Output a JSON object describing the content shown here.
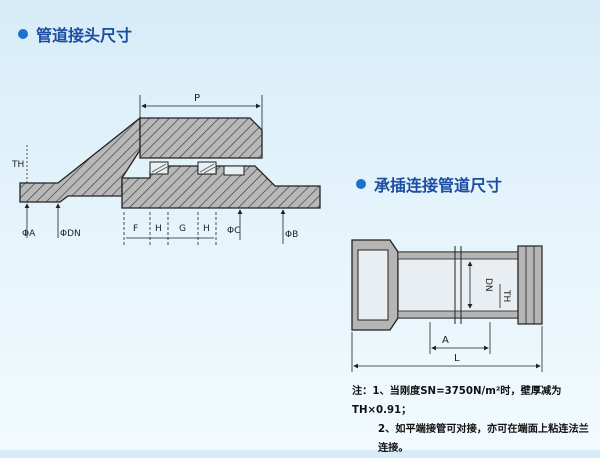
{
  "section1": {
    "title": "管道接头尺寸"
  },
  "section2": {
    "title": "承插连接管道尺寸"
  },
  "diagram1": {
    "labels": {
      "P": "P",
      "TH": "TH",
      "A": "ΦA",
      "DN": "ΦDN",
      "F": "F",
      "H1": "H",
      "G": "G",
      "H2": "H",
      "C": "ΦC",
      "B": "ΦB"
    }
  },
  "diagram2": {
    "labels": {
      "DN": "DN",
      "TH": "TH",
      "A": "A",
      "L": "L"
    }
  },
  "notes": {
    "line1": "注：1、当刚度SN=3750N/m²时，壁厚减为TH×0.91；",
    "line2": "2、如平端接管可对接，亦可在端面上粘连法兰连接。"
  },
  "colors": {
    "pipe_fill": "#b5b5b5",
    "hatch": "#3a3a3a",
    "heading": "#1b4ea3",
    "bullet": "#1f6fd0"
  }
}
